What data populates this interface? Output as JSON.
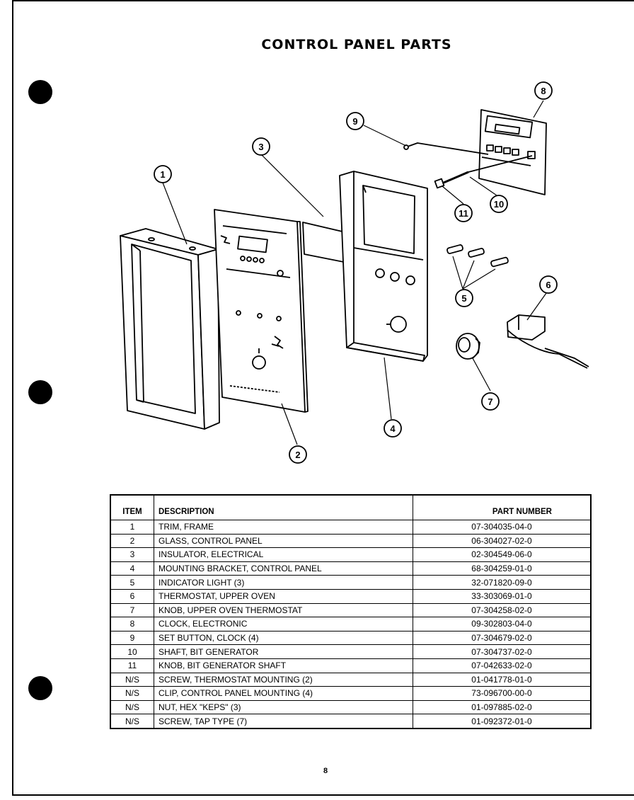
{
  "title": "CONTROL PANEL PARTS",
  "callouts": [
    "1",
    "2",
    "3",
    "4",
    "5",
    "6",
    "7",
    "8",
    "9",
    "10",
    "11"
  ],
  "table": {
    "headers": {
      "item": "ITEM",
      "description": "DESCRIPTION",
      "part_number": "PART NUMBER"
    },
    "rows": [
      {
        "item": "1",
        "description": "TRIM, FRAME",
        "part_number": "07-304035-04-0"
      },
      {
        "item": "2",
        "description": "GLASS, CONTROL PANEL",
        "part_number": "06-304027-02-0"
      },
      {
        "item": "3",
        "description": "INSULATOR, ELECTRICAL",
        "part_number": "02-304549-06-0"
      },
      {
        "item": "4",
        "description": "MOUNTING BRACKET, CONTROL PANEL",
        "part_number": "68-304259-01-0"
      },
      {
        "item": "5",
        "description": "INDICATOR LIGHT (3)",
        "part_number": "32-071820-09-0"
      },
      {
        "item": "6",
        "description": "THERMOSTAT, UPPER OVEN",
        "part_number": "33-303069-01-0"
      },
      {
        "item": "7",
        "description": "KNOB, UPPER OVEN THERMOSTAT",
        "part_number": "07-304258-02-0"
      },
      {
        "item": "8",
        "description": "CLOCK, ELECTRONIC",
        "part_number": "09-302803-04-0"
      },
      {
        "item": "9",
        "description": "SET BUTTON, CLOCK (4)",
        "part_number": "07-304679-02-0"
      },
      {
        "item": "10",
        "description": "SHAFT, BIT GENERATOR",
        "part_number": "07-304737-02-0"
      },
      {
        "item": "11",
        "description": "KNOB, BIT GENERATOR SHAFT",
        "part_number": "07-042633-02-0"
      },
      {
        "item": "N/S",
        "description": "SCREW, THERMOSTAT MOUNTING (2)",
        "part_number": "01-041778-01-0"
      },
      {
        "item": "N/S",
        "description": "CLIP, CONTROL PANEL MOUNTING (4)",
        "part_number": "73-096700-00-0"
      },
      {
        "item": "N/S",
        "description": "NUT, HEX \"KEPS\" (3)",
        "part_number": "01-097885-02-0"
      },
      {
        "item": "N/S",
        "description": "SCREW, TAP TYPE (7)",
        "part_number": "01-092372-01-0"
      }
    ]
  },
  "page_number": "8"
}
